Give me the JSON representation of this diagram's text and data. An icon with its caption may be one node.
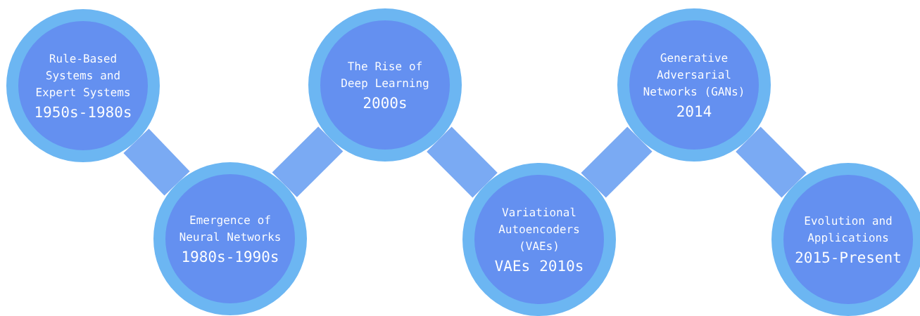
{
  "diagram": {
    "nodes": [
      {
        "text": [
          "Rule-Based Systems and Expert Systems",
          "1950s-1980s"
        ]
      },
      {
        "text": [
          "Emergence of Neural Networks",
          "1980s-1990s"
        ]
      },
      {
        "text": [
          "The Rise of Deep Learning",
          "2000s"
        ]
      },
      {
        "text": [
          "Variational Autoencoders (VAEs)",
          "VAEs 2010s"
        ]
      },
      {
        "text": [
          "Generative Adversarial Networks (GANs)",
          "2014"
        ]
      },
      {
        "text": [
          "Evolution and Applications",
          "2015-Present"
        ]
      }
    ],
    "edges": [
      {
        "from": 0,
        "to": 1,
        "arrow": "none"
      },
      {
        "from": 1,
        "to": 2,
        "arrow": "none"
      },
      {
        "from": 2,
        "to": 3,
        "arrow": "none"
      },
      {
        "from": 3,
        "to": 4,
        "arrow": "none"
      },
      {
        "from": 4,
        "to": 5,
        "arrow": "none"
      }
    ]
  }
}
